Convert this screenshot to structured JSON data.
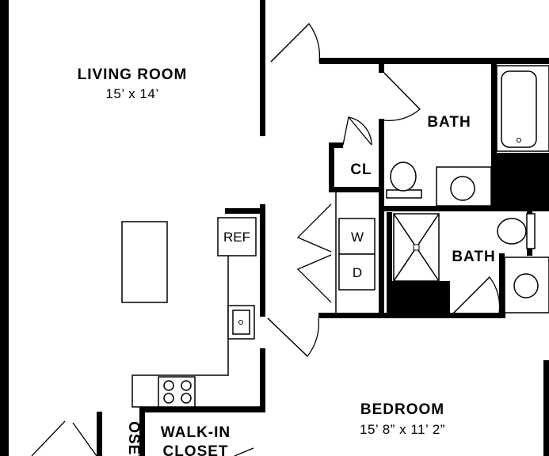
{
  "rooms": {
    "living_room": {
      "name": "LIVING ROOM",
      "dims": "15’ x 14’"
    },
    "bath_1": {
      "name": "BATH"
    },
    "bath_2": {
      "name": "BATH"
    },
    "closet": {
      "name": "CL"
    },
    "bedroom": {
      "name": "BEDROOM",
      "dims": "15’ 8” x 11’ 2”"
    },
    "walk_in_closet": {
      "line1": "WALK-IN",
      "line2": "CLOSET"
    },
    "closet_partial": {
      "name": "OSET"
    }
  },
  "fixtures": {
    "refrigerator": "REF",
    "washer": "W",
    "dryer": "D"
  }
}
